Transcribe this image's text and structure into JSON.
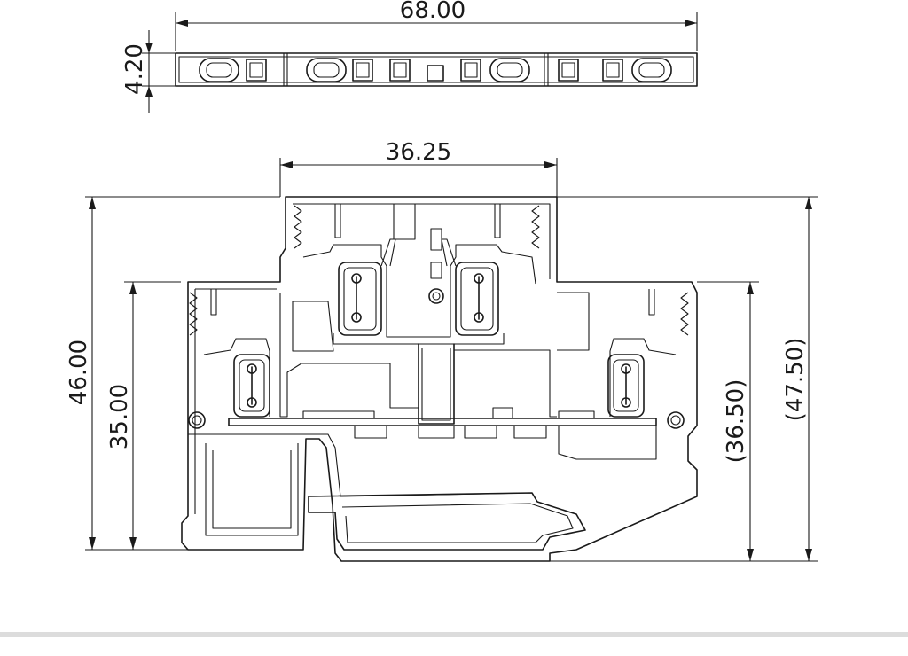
{
  "dimensions": {
    "total_length": "68.00",
    "thickness": "4.20",
    "upper_width": "36.25",
    "overall_height": "46.00",
    "rail_height": "35.00",
    "right_inner_height": "(36.50)",
    "right_overall_height": "(47.50)"
  },
  "colors": {
    "line": "#1a1a1a",
    "background": "#ffffff",
    "footer_rule": "#dcdcdc"
  }
}
